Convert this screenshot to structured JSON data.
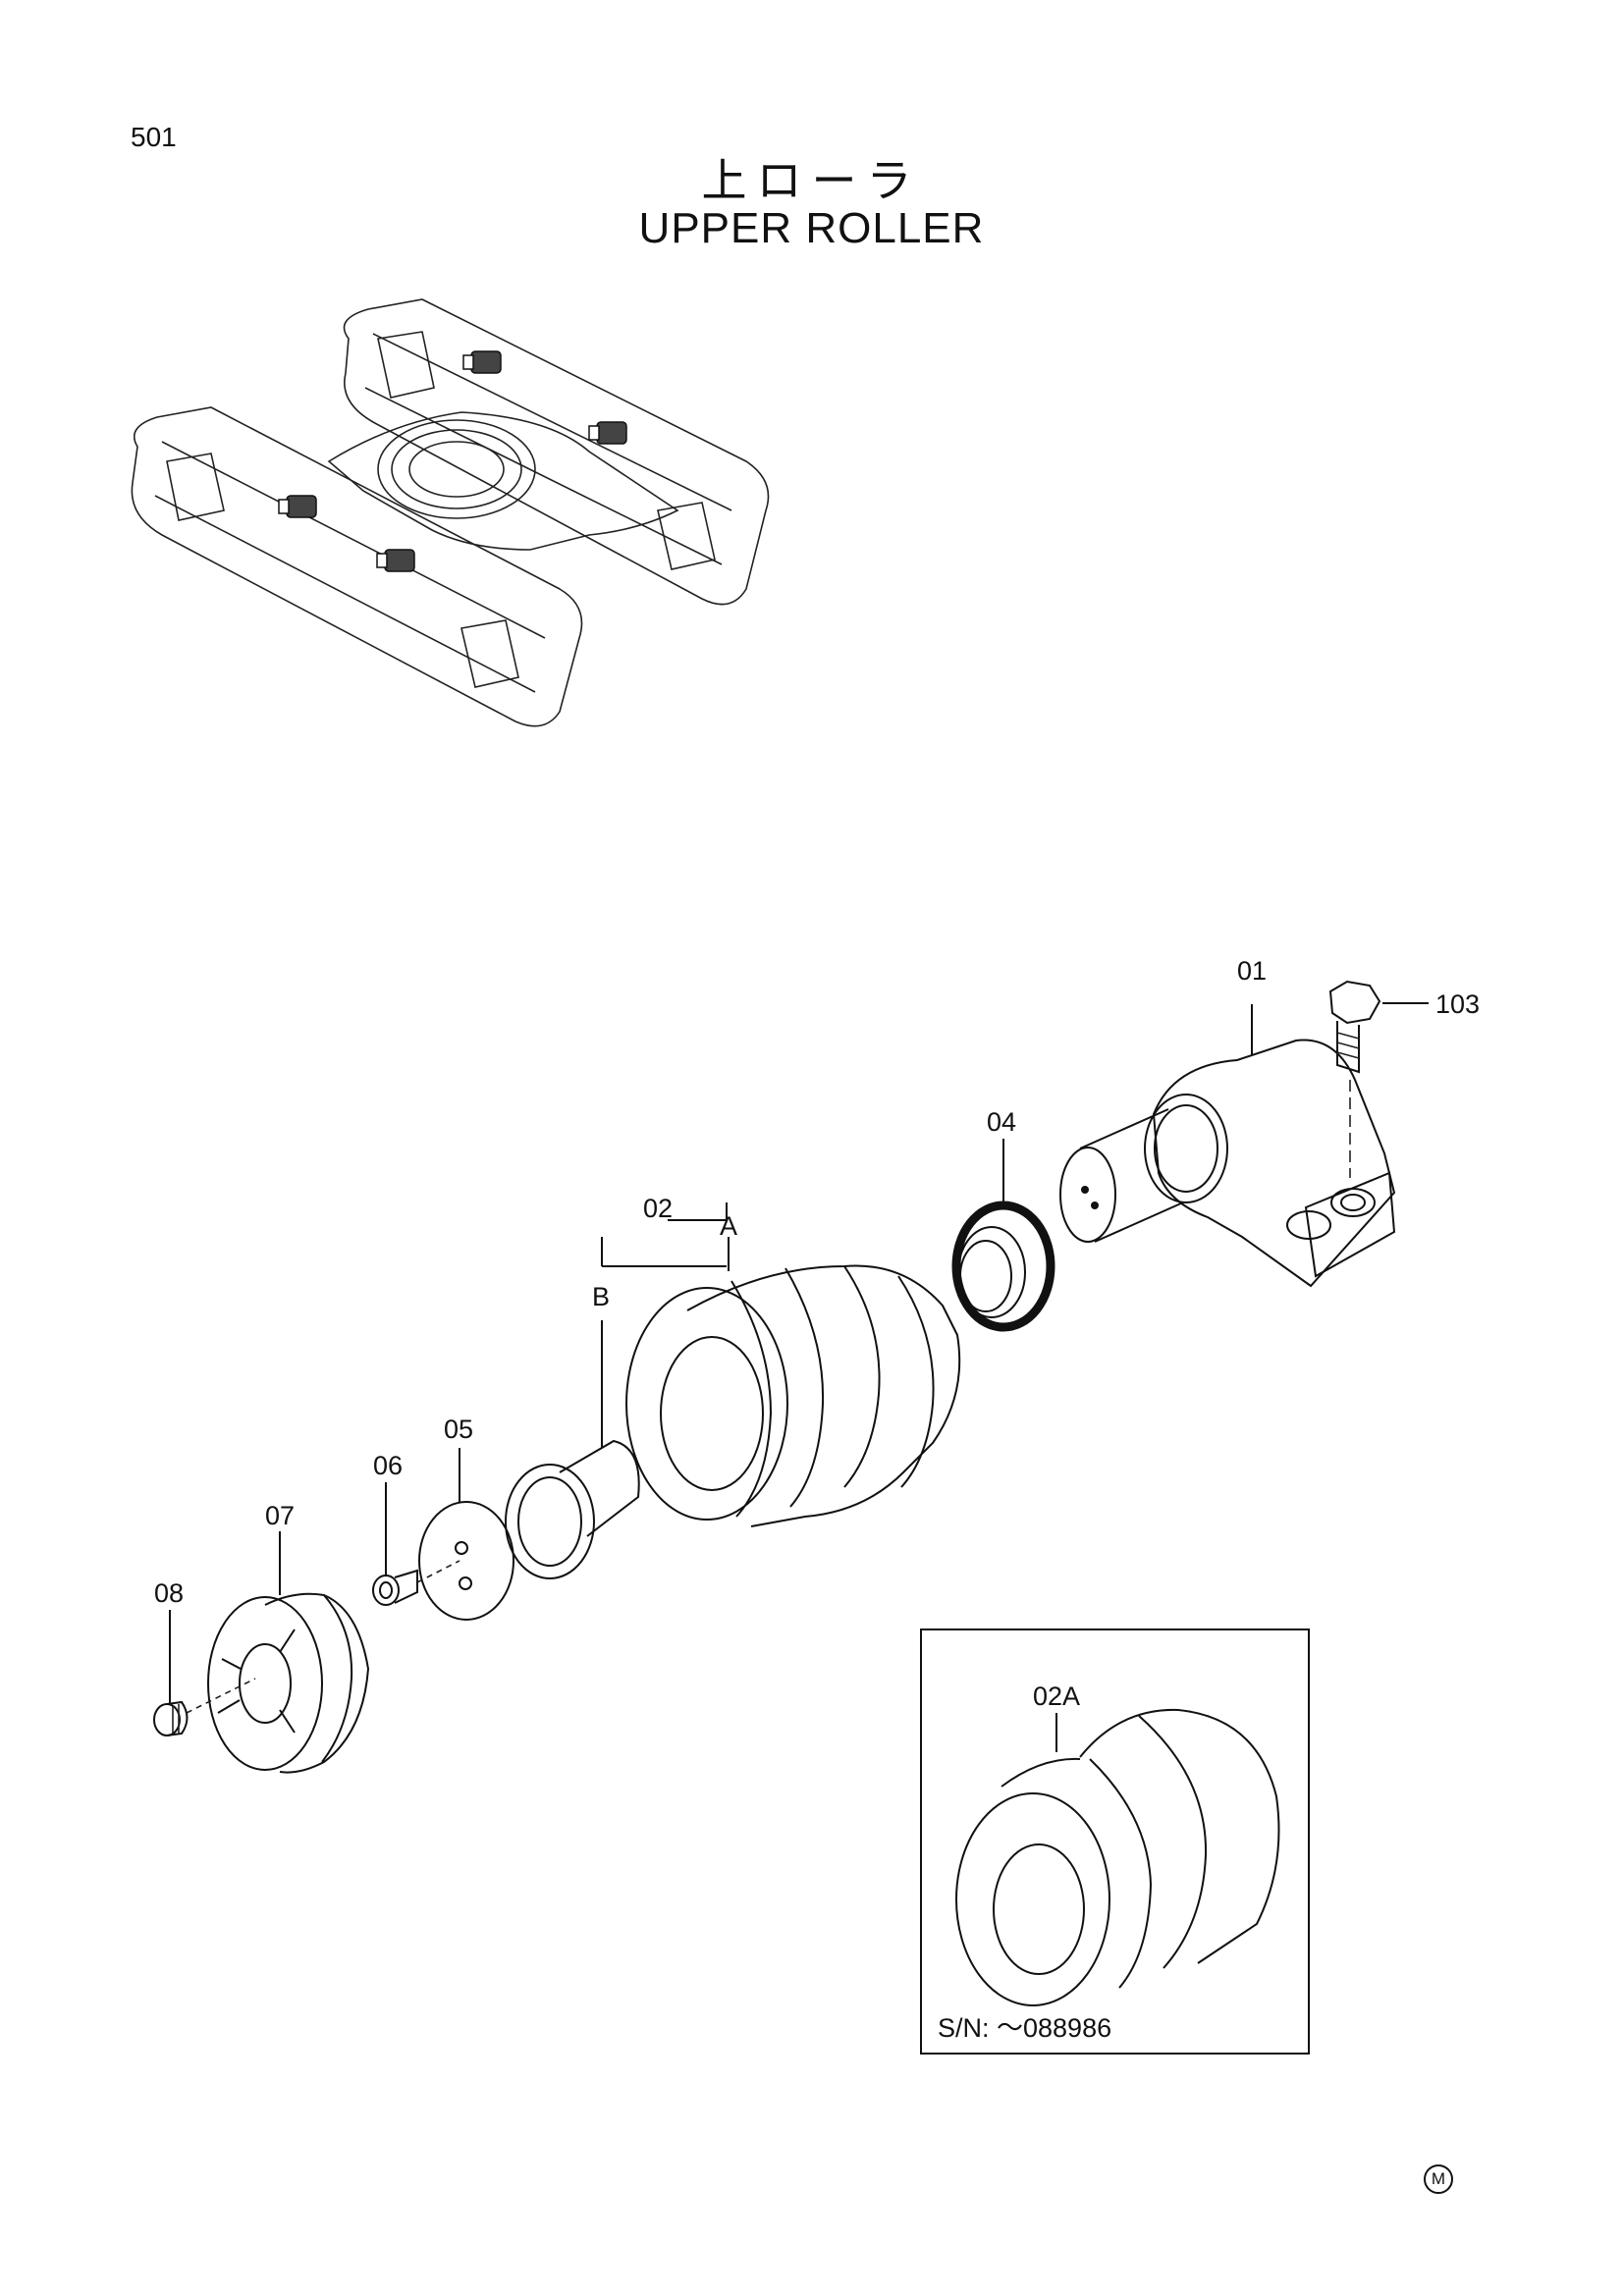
{
  "page_number": "501",
  "title_jp": "上ローラ",
  "title_en": "UPPER ROLLER",
  "parts": {
    "p01": "01",
    "p02": "02",
    "p02a_sub": "A",
    "p02b_sub": "B",
    "p04": "04",
    "p05": "05",
    "p06": "06",
    "p07": "07",
    "p08": "08",
    "p103": "103"
  },
  "inset": {
    "part_label": "02A",
    "serial_note": "S/N: ～088986"
  },
  "corner_mark": "M"
}
